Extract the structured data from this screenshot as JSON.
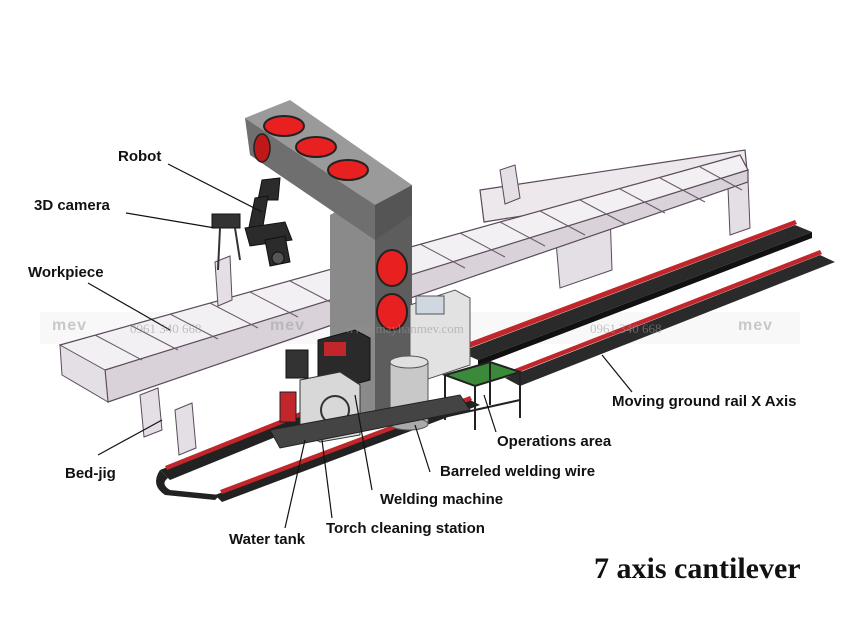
{
  "title": "7 axis cantilever",
  "colors": {
    "rail_red": "#c0262a",
    "rail_dark": "#1e1e1e",
    "column_gray": "#6f6f6f",
    "light_red": "#e82020",
    "bed_fill": "#ece8ec",
    "bed_edge": "#5a4a5a"
  },
  "labels": {
    "robot": "Robot",
    "camera": "3D camera",
    "workpiece": "Workpiece",
    "bed_jig": "Bed-jig",
    "water_tank": "Water tank",
    "torch_cleaning": "Torch cleaning station",
    "welding_machine": "Welding machine",
    "welding_wire": "Barreled welding wire",
    "operations_area": "Operations area",
    "ground_rail": "Moving ground rail X Axis"
  },
  "watermark": {
    "logo": "mev",
    "site": "www.mayhanmev.com",
    "phone_left": "0961 340 668",
    "phone_right": "0961 340 668"
  }
}
